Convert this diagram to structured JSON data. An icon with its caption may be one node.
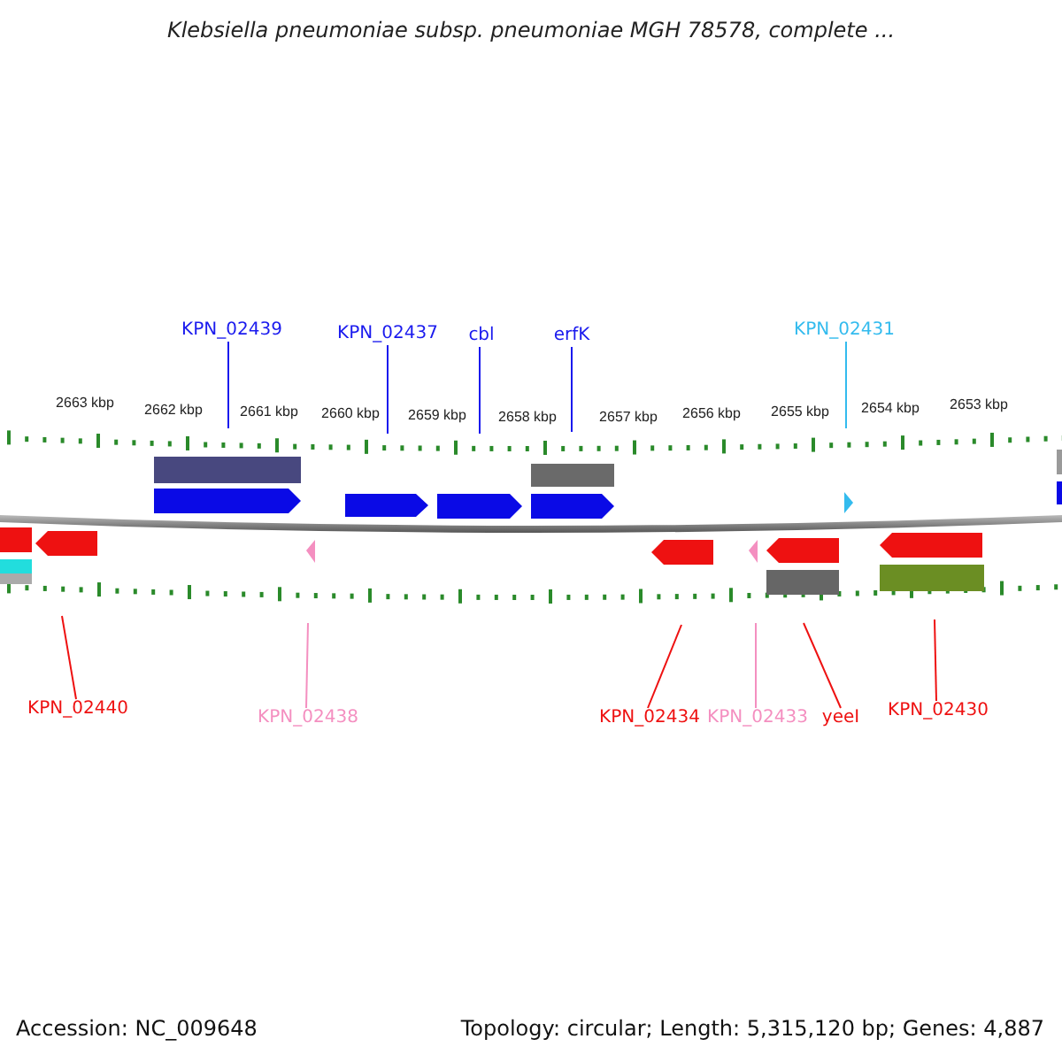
{
  "diagram": {
    "title": "Klebsiella pneumoniae subsp. pneumoniae MGH 78578, complete ...",
    "nodes": [
      {
        "text": [
          "KPN_02439"
        ]
      },
      {
        "text": [
          "KPN_02437"
        ]
      },
      {
        "text": [
          "cbl"
        ]
      },
      {
        "text": [
          "erfK"
        ]
      },
      {
        "text": [
          "KPN_02431"
        ]
      },
      {
        "text": [
          "KPN_02440"
        ]
      },
      {
        "text": [
          "KPN_02438"
        ]
      },
      {
        "text": [
          "KPN_02434"
        ]
      },
      {
        "text": [
          "KPN_02433"
        ]
      },
      {
        "text": [
          "yeeI"
        ]
      },
      {
        "text": [
          "KPN_02430"
        ]
      }
    ],
    "edges": [
      {
        "from": 0,
        "to": null,
        "arrow": "none"
      },
      {
        "from": 1,
        "to": null,
        "arrow": "none"
      },
      {
        "from": 2,
        "to": null,
        "arrow": "none"
      },
      {
        "from": 3,
        "to": null,
        "arrow": "none"
      },
      {
        "from": 4,
        "to": null,
        "arrow": "none",
        "color": "#33bbee"
      },
      {
        "from": 5,
        "to": null,
        "arrow": "none",
        "color": "#ee1111"
      },
      {
        "from": 6,
        "to": null,
        "arrow": "none",
        "color": "#f48fc0"
      },
      {
        "from": 7,
        "to": null,
        "arrow": "none",
        "color": "#ee1111"
      },
      {
        "from": 8,
        "to": null,
        "arrow": "none",
        "color": "#f48fc0"
      },
      {
        "from": 9,
        "to": null,
        "arrow": "none",
        "color": "#ee1111"
      },
      {
        "from": 10,
        "to": null,
        "arrow": "none",
        "color": "#ee1111"
      }
    ],
    "labels": [
      "2663 kbp",
      "2662 kbp",
      "2661 kbp",
      "2660 kbp",
      "2659 kbp",
      "2658 kbp",
      "2657 kbp",
      "2656 kbp",
      "2655 kbp",
      "2654 kbp",
      "2653 kbp",
      "Accession: NC_009648",
      "Topology: circular; Length: 5,315,120 bp; Genes: 4,887"
    ]
  }
}
